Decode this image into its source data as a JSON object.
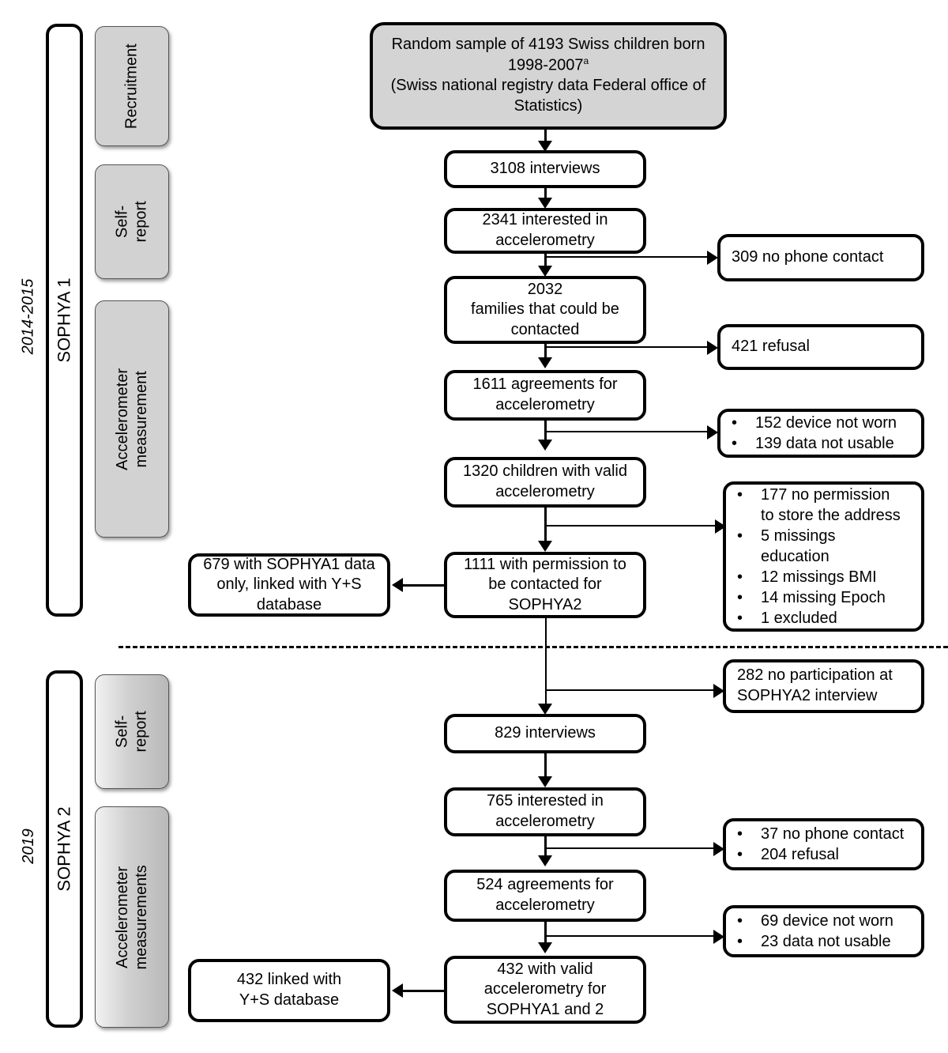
{
  "figure": {
    "type": "flow-diagram",
    "title": "SOPHYA 1 and SOPHYA 2 participant flow"
  },
  "periods": [
    {
      "id": "p1",
      "year": "2014-2015",
      "cohort": "SOPHYA 1"
    },
    {
      "id": "p2",
      "year": "2019",
      "cohort": "SOPHYA 2"
    }
  ],
  "tracks": [
    {
      "id": "t1",
      "label": "Recruitment"
    },
    {
      "id": "t2",
      "label": "Self-report"
    },
    {
      "id": "t3",
      "label": "Accelerometer\nmeasurement"
    },
    {
      "id": "t4",
      "label": "Self-report"
    },
    {
      "id": "t5",
      "label": "Accelerometer\nmeasurements"
    }
  ],
  "main_flow": [
    {
      "id": "n0",
      "text_before_sup": "Random sample of 4193 Swiss children born\n1998-2007",
      "sup": "a",
      "text_after_sup": "\n(Swiss national registry data Federal office of\nStatistics)"
    },
    {
      "id": "n1",
      "text": "3108 interviews"
    },
    {
      "id": "n2",
      "text": "2341 interested in\naccelerometry"
    },
    {
      "id": "n3",
      "text": "2032\nfamilies that could be\ncontacted"
    },
    {
      "id": "n4",
      "text": "1611 agreements for\naccelerometry"
    },
    {
      "id": "n5",
      "text": "1320 children with valid\naccelerometry"
    },
    {
      "id": "n6",
      "text": "1111 with permission to\nbe contacted for\nSOPHYA2"
    },
    {
      "id": "n7",
      "text": "829 interviews"
    },
    {
      "id": "n8",
      "text": "765 interested in\naccelerometry"
    },
    {
      "id": "n9",
      "text": "524 agreements for\naccelerometry"
    },
    {
      "id": "n10",
      "text": "432 with valid\naccelerometry for\nSOPHYA1 and 2"
    }
  ],
  "side_outputs": [
    {
      "id": "s1",
      "text": "679 with SOPHYA1 data\nonly, linked with Y+S\ndatabase"
    },
    {
      "id": "s2",
      "text": "432 linked with\nY+S database"
    }
  ],
  "exclusions": [
    {
      "id": "e1",
      "single": "309 no phone contact",
      "bullets": []
    },
    {
      "id": "e2",
      "single": "421 refusal",
      "bullets": []
    },
    {
      "id": "e3",
      "single": null,
      "bullets": [
        "152 device not worn",
        "139 data not usable"
      ]
    },
    {
      "id": "e4",
      "single": null,
      "bullets": [
        "177 no permission\nto store the address",
        "5 missings\neducation",
        "12 missings BMI",
        "14 missing Epoch",
        "1 excluded"
      ]
    },
    {
      "id": "e5",
      "single": "282 no participation at\nSOPHYA2 interview",
      "bullets": []
    },
    {
      "id": "e6",
      "single": null,
      "bullets": [
        "37 no phone contact",
        "204 refusal"
      ]
    },
    {
      "id": "e7",
      "single": null,
      "bullets": [
        "69 device not worn",
        "23 data not usable"
      ]
    }
  ],
  "colors": {
    "stroke": "#000000",
    "shaded_box": "#d4d4d4",
    "track_box": "#d2d2d2",
    "background": "#ffffff"
  },
  "bullet_glyph": "•"
}
